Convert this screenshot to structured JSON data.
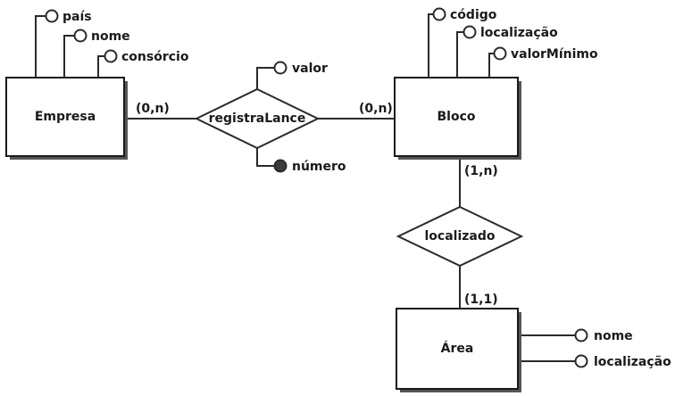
{
  "entities": {
    "empresa": {
      "name": "Empresa"
    },
    "bloco": {
      "name": "Bloco"
    },
    "area": {
      "name": "Área"
    }
  },
  "relationships": {
    "registra_lance": {
      "name": "registraLance"
    },
    "localizado": {
      "name": "localizado"
    }
  },
  "attributes": {
    "empresa_pais": "país",
    "empresa_nome": "nome",
    "empresa_consorcio": "consórcio",
    "bloco_codigo": "código",
    "bloco_localizacao": "localização",
    "bloco_valor_minimo": "valorMínimo",
    "lance_valor": "valor",
    "lance_numero": "número",
    "area_nome": "nome",
    "area_localizacao": "localização"
  },
  "cardinalities": {
    "empresa_registra": "(0,n)",
    "registra_bloco": "(0,n)",
    "bloco_localizado": "(1,n)",
    "localizado_area": "(1,1)"
  },
  "colors": {
    "stroke": "#2a2a2a",
    "key_attribute_fill": "#3a3a3a"
  }
}
